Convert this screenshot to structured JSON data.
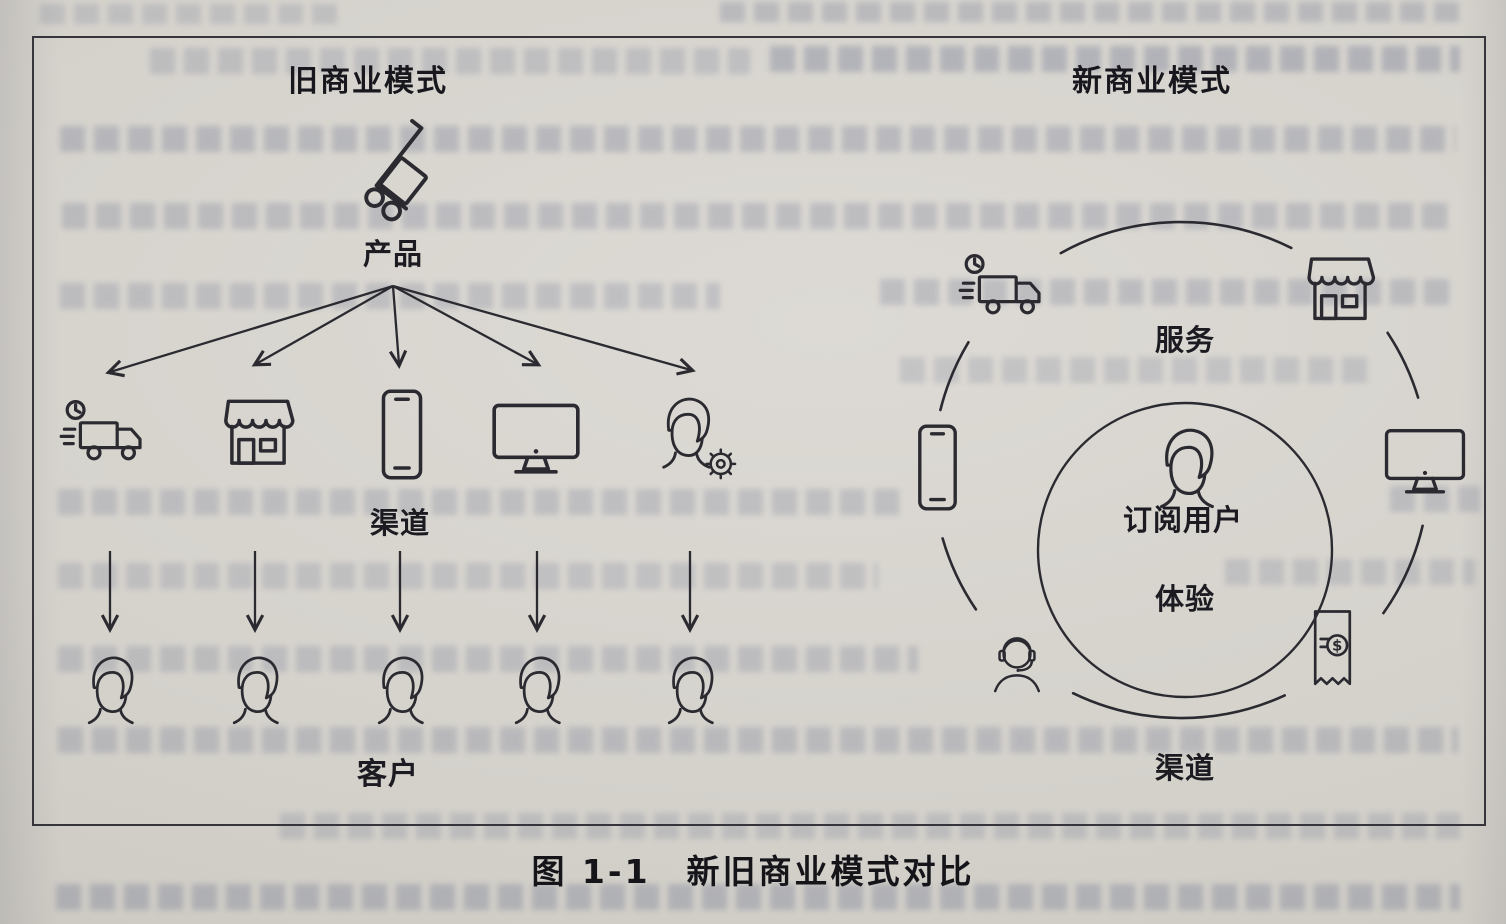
{
  "figure": {
    "caption": "图 1-1　新旧商业模式对比"
  },
  "old_model": {
    "title": "旧商业模式",
    "product_label": "产品",
    "channel_label": "渠道",
    "customer_label": "客户",
    "channel_icons": [
      "delivery-truck",
      "storefront",
      "smartphone",
      "desktop-monitor",
      "service-person-gear"
    ],
    "customer_icon_count": 5
  },
  "new_model": {
    "title": "新商业模式",
    "service_label": "服务",
    "subscriber_label": "订阅用户",
    "experience_label": "体验",
    "channel_label": "渠道",
    "ring_icons": [
      "delivery-truck",
      "storefront",
      "smartphone",
      "desktop-monitor",
      "headset-agent",
      "receipt-dollar"
    ]
  },
  "colors": {
    "paper": "#d6d3cd",
    "ink": "#2a2a30"
  }
}
